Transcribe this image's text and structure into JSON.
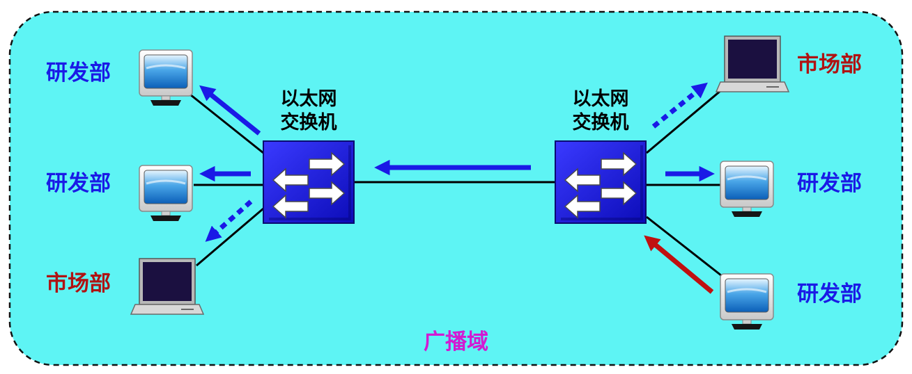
{
  "broadcast_domain": {
    "label": "广播域",
    "fill": "#5ef4f4",
    "border_style": "dashed",
    "label_color": "#d21ad2"
  },
  "colors": {
    "research_label": "#1a1ae6",
    "marketing_label": "#b01212",
    "switch_fill": "#1414e0",
    "forward_arrow": "#1a1ae6",
    "source_arrow": "#c01010",
    "link": "#000000"
  },
  "switches": [
    {
      "id": "left",
      "label_line1": "以太网",
      "label_line2": "交换机"
    },
    {
      "id": "right",
      "label_line1": "以太网",
      "label_line2": "交换机"
    }
  ],
  "hosts": {
    "left_top": {
      "label": "研发部",
      "dept": "research",
      "icon": "crt-monitor-icon"
    },
    "left_middle": {
      "label": "研发部",
      "dept": "research",
      "icon": "crt-monitor-icon"
    },
    "left_bottom": {
      "label": "市场部",
      "dept": "marketing",
      "icon": "laptop-icon"
    },
    "right_top": {
      "label": "市场部",
      "dept": "marketing",
      "icon": "laptop-icon"
    },
    "right_middle": {
      "label": "研发部",
      "dept": "research",
      "icon": "crt-monitor-icon"
    },
    "right_bottom": {
      "label": "研发部",
      "dept": "research",
      "icon": "crt-monitor-icon"
    }
  },
  "arrows": [
    {
      "id": "source-to-right-switch",
      "style": "solid",
      "color": "red"
    },
    {
      "id": "right-switch-to-left-switch",
      "style": "solid",
      "color": "blue"
    },
    {
      "id": "right-switch-to-right-middle",
      "style": "solid",
      "color": "blue"
    },
    {
      "id": "right-switch-to-right-top",
      "style": "dotted",
      "color": "blue"
    },
    {
      "id": "left-switch-to-left-top",
      "style": "solid",
      "color": "blue"
    },
    {
      "id": "left-switch-to-left-middle",
      "style": "solid",
      "color": "blue"
    },
    {
      "id": "left-switch-to-left-bottom",
      "style": "dotted",
      "color": "blue"
    }
  ]
}
